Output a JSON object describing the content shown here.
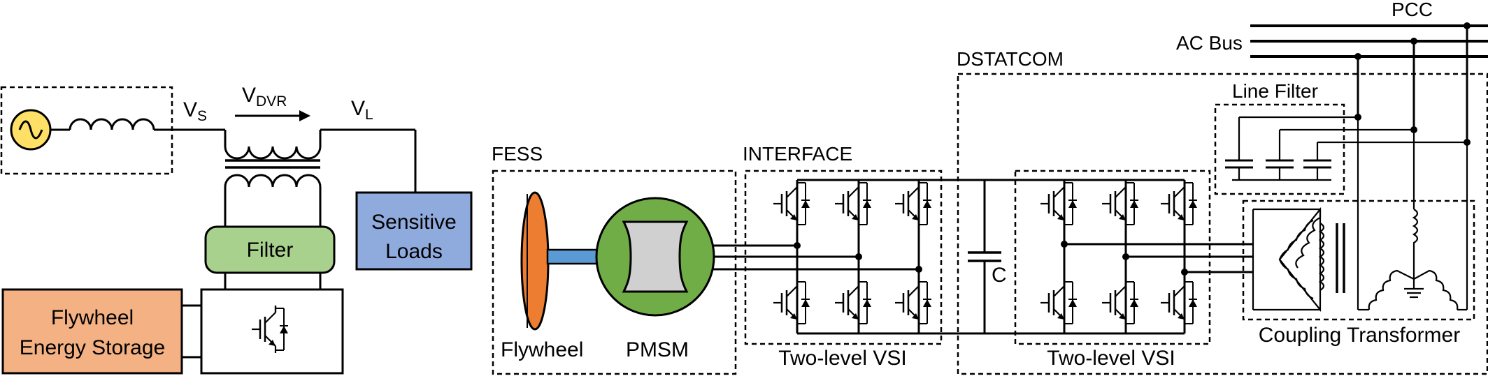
{
  "labels": {
    "vs_main": "V",
    "vs_sub": "S",
    "vdvr_main": "V",
    "vdvr_sub": "DVR",
    "vl_main": "V",
    "vl_sub": "L",
    "filter": "Filter",
    "sensitive_loads_line1": "Sensitive",
    "sensitive_loads_line2": "Loads",
    "flywheel_storage_line1": "Flywheel",
    "flywheel_storage_line2": "Energy Storage",
    "fess": "FESS",
    "flywheel": "Flywheel",
    "pmsm": "PMSM",
    "interface": "INTERFACE",
    "vsi_left": "Two-level VSI",
    "dstatcom": "DSTATCOM",
    "capacitor": "C",
    "vsi_right": "Two-level VSI",
    "line_filter": "Line Filter",
    "coupling_transformer": "Coupling Transformer",
    "pcc": "PCC",
    "ac_bus": "AC Bus"
  },
  "colors": {
    "source_fill": "#FFE066",
    "filter_fill": "#A9D18E",
    "loads_fill": "#8FAADC",
    "storage_fill": "#F4B183",
    "flywheel_fill": "#ED7D31",
    "pmsm_fill": "#70AD47",
    "rotor_fill": "#D0D0D0",
    "shaft_fill": "#5B9BD5"
  }
}
